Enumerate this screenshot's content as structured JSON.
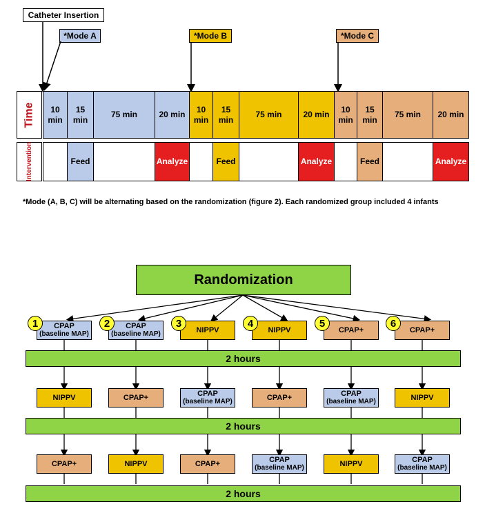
{
  "timeline": {
    "catheter_label": "Catheter Insertion",
    "mode_a": "*Mode A",
    "mode_b": "*Mode B",
    "mode_c": "*Mode C",
    "row_time_label": "Time",
    "row_intervention_label": "Intervention",
    "segments": [
      {
        "text": "10 min",
        "color": "#b9cbe9",
        "intervention": ""
      },
      {
        "text": "15 min",
        "color": "#b9cbe9",
        "intervention": "Feed",
        "int_color": "#b9cbe9"
      },
      {
        "text": "75 min",
        "color": "#b9cbe9",
        "intervention": ""
      },
      {
        "text": "20 min",
        "color": "#b9cbe9",
        "intervention": "Analyze",
        "int_color": "#e51f1f"
      },
      {
        "text": "10 min",
        "color": "#efc300",
        "intervention": ""
      },
      {
        "text": "15 min",
        "color": "#efc300",
        "intervention": "Feed",
        "int_color": "#efc300"
      },
      {
        "text": "75 min",
        "color": "#efc300",
        "intervention": ""
      },
      {
        "text": "20  min",
        "color": "#efc300",
        "intervention": "Analyze",
        "int_color": "#e51f1f"
      },
      {
        "text": "10 min",
        "color": "#e6ae7b",
        "intervention": ""
      },
      {
        "text": "15 min",
        "color": "#e6ae7b",
        "intervention": "Feed",
        "int_color": "#e6ae7b"
      },
      {
        "text": "75 min",
        "color": "#e6ae7b",
        "intervention": ""
      },
      {
        "text": "20 min",
        "color": "#e6ae7b",
        "intervention": "Analyze",
        "int_color": "#e51f1f"
      }
    ],
    "footnote": "*Mode (A, B, C) will be alternating based on the randomization (figure 2). Each randomized group included 4 infants"
  },
  "randomization": {
    "title": "Randomization",
    "bar_label": "2 hours",
    "colors": {
      "CPAP": "#b9cbe9",
      "NIPPV": "#efc300",
      "CPAP+": "#e6ae7b",
      "bar": "#8fd446"
    },
    "groups": [
      {
        "number": "1",
        "steps": [
          {
            "label": "CPAP",
            "sub": "(baseline MAP)",
            "mode": "CPAP"
          },
          {
            "label": "NIPPV",
            "sub": "",
            "mode": "NIPPV"
          },
          {
            "label": "CPAP+",
            "sub": "",
            "mode": "CPAP+"
          }
        ]
      },
      {
        "number": "2",
        "steps": [
          {
            "label": "CPAP",
            "sub": "(baseline MAP)",
            "mode": "CPAP"
          },
          {
            "label": "CPAP+",
            "sub": "",
            "mode": "CPAP+"
          },
          {
            "label": "NIPPV",
            "sub": "",
            "mode": "NIPPV"
          }
        ]
      },
      {
        "number": "3",
        "steps": [
          {
            "label": "NIPPV",
            "sub": "",
            "mode": "NIPPV"
          },
          {
            "label": "CPAP",
            "sub": "(baseline MAP)",
            "mode": "CPAP"
          },
          {
            "label": "CPAP+",
            "sub": "",
            "mode": "CPAP+"
          }
        ]
      },
      {
        "number": "4",
        "steps": [
          {
            "label": "NIPPV",
            "sub": "",
            "mode": "NIPPV"
          },
          {
            "label": "CPAP+",
            "sub": "",
            "mode": "CPAP+"
          },
          {
            "label": "CPAP",
            "sub": "(baseline MAP)",
            "mode": "CPAP"
          }
        ]
      },
      {
        "number": "5",
        "steps": [
          {
            "label": "CPAP+",
            "sub": "",
            "mode": "CPAP+"
          },
          {
            "label": "CPAP",
            "sub": "(baseline MAP)",
            "mode": "CPAP"
          },
          {
            "label": "NIPPV",
            "sub": "",
            "mode": "NIPPV"
          }
        ]
      },
      {
        "number": "6",
        "steps": [
          {
            "label": "CPAP+",
            "sub": "",
            "mode": "CPAP+"
          },
          {
            "label": "NIPPV",
            "sub": "",
            "mode": "NIPPV"
          },
          {
            "label": "CPAP",
            "sub": "(baseline MAP)",
            "mode": "CPAP"
          }
        ]
      }
    ]
  }
}
